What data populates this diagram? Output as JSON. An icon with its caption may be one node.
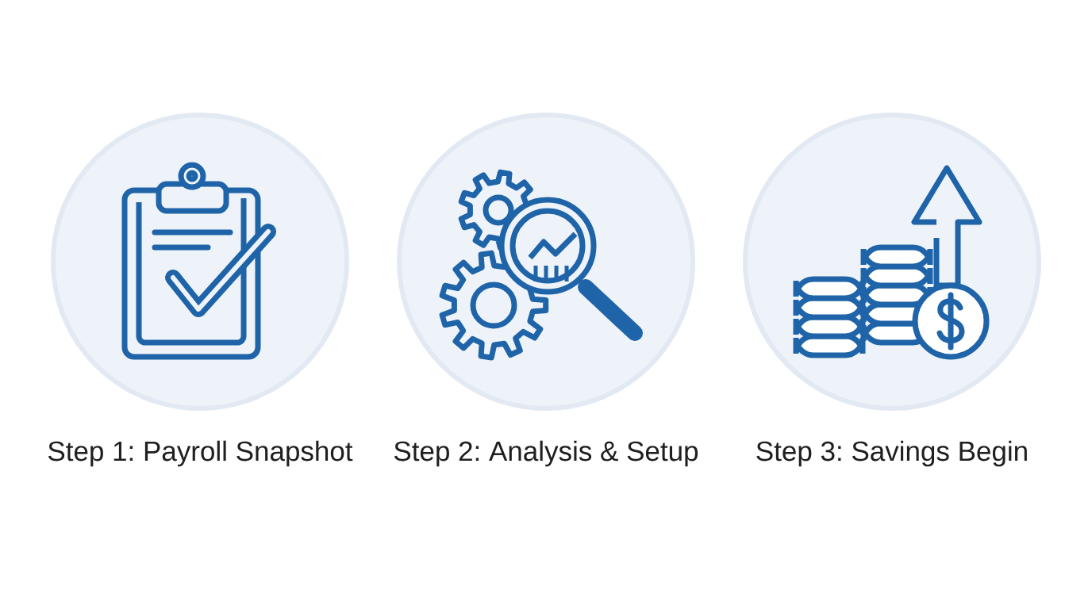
{
  "diagram": {
    "nodes": [
      {
        "text": [
          "Step 1: Payroll Snapshot"
        ]
      },
      {
        "text": [
          "Step 2: Analysis & Setup"
        ]
      },
      {
        "text": [
          "Step 3: Savings Begin"
        ]
      }
    ]
  }
}
